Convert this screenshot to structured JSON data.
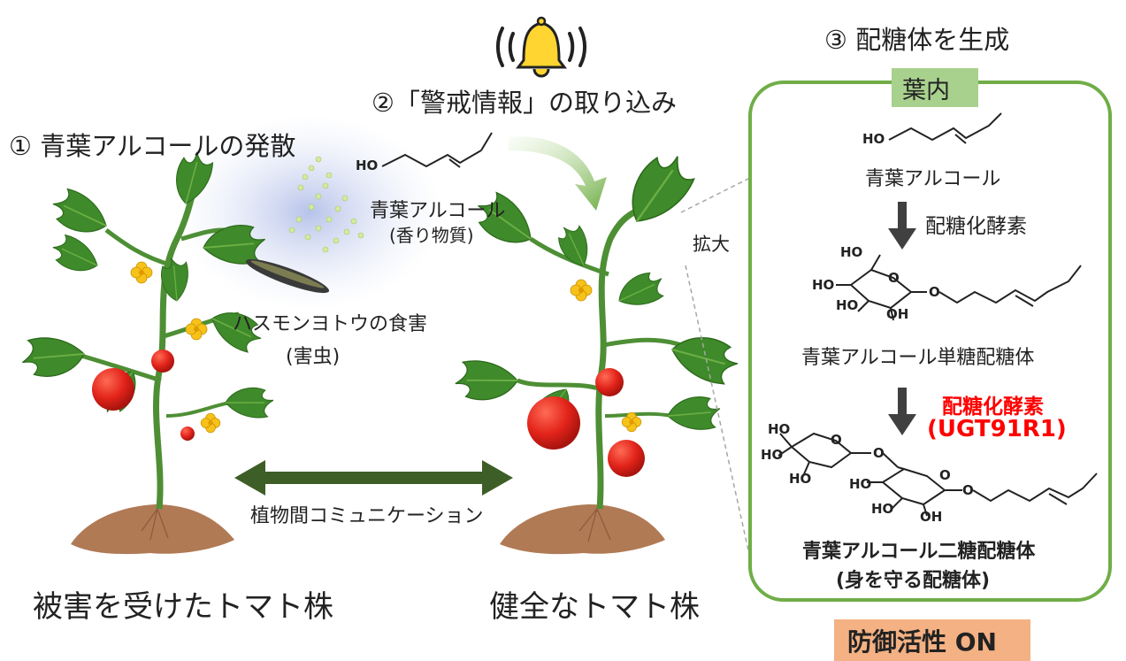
{
  "step1_label": "① 青葉アルコールの発散",
  "step2_label": "②「警戒情報」の取り込み",
  "step3_label": "③ 配糖体を生成",
  "volatile": {
    "name": "青葉アルコール",
    "sub": "(香り物質)"
  },
  "pest": {
    "name": "ハスモンヨトウの食害",
    "sub": "(害虫)"
  },
  "communication_label": "植物間コミュニケーション",
  "damaged_plant_label": "被害を受けたトマト株",
  "healthy_plant_label": "健全なトマト株",
  "zoom_label": "拡大",
  "leaf_inside_label": "葉内",
  "compounds": {
    "alcohol": "青葉アルコール",
    "enzyme1": "配糖化酵素",
    "mono_glycoside": "青葉アルコール単糖配糖体",
    "enzyme2": "配糖化酵素",
    "enzyme2_id": "(UGT91R1)",
    "di_glycoside": "青葉アルコール二糖配糖体",
    "di_glycoside_sub": "(身を守る配糖体)"
  },
  "chem_labels": {
    "ho": "HO",
    "oh": "OH",
    "o": "O"
  },
  "defense_badge": "防御活性 ON",
  "colors": {
    "leaf": "#3f8a2a",
    "leaf_light": "#6cae45",
    "stem": "#4e8f35",
    "tomato": "#e2231a",
    "flower": "#f6c21a",
    "soil": "#b07a55",
    "panel_border": "#70ad47",
    "panel_label_bg": "#a9d18e",
    "arrow_dark": "#3d5e26",
    "arrow_gray": "#404040",
    "enzyme_red": "#ff0000",
    "badge_bg": "#f4b183",
    "bell": "#ffd531"
  }
}
